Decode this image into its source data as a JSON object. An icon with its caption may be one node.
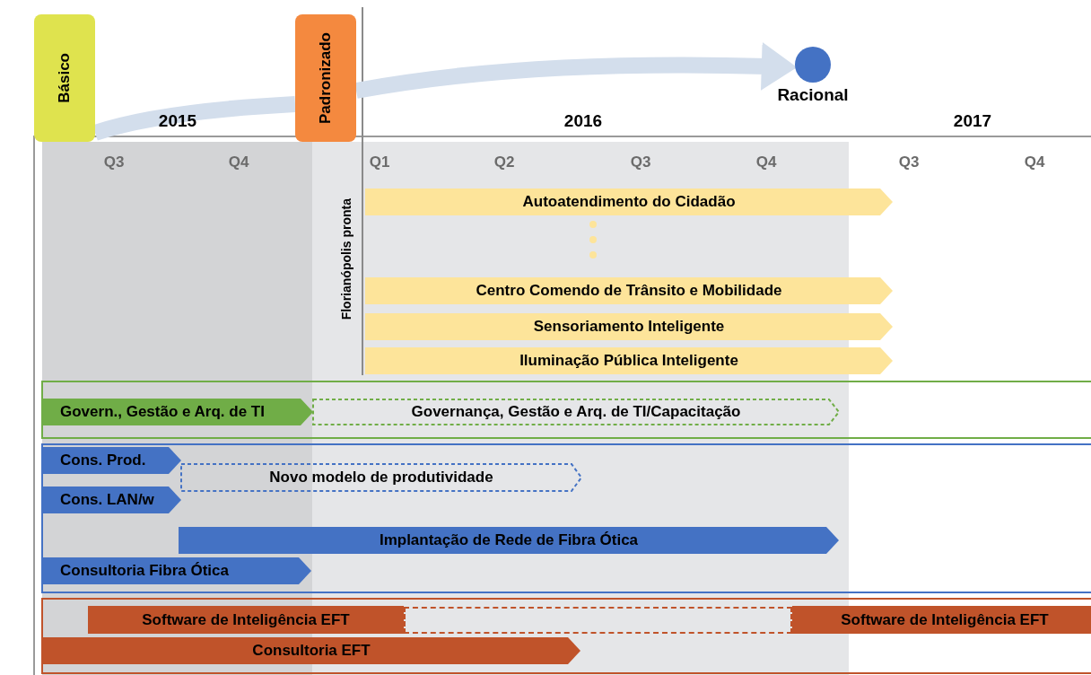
{
  "diagram": {
    "nodes": [
      {
        "text": [
          "Básico"
        ]
      },
      {
        "text": [
          "Padronizado"
        ]
      },
      {
        "text": [
          "Racional"
        ]
      },
      {
        "text": [
          "Autoatendimento do Cidadão"
        ]
      },
      {
        "text": [
          "Centro Comendo de Trânsito e Mobilidade"
        ]
      },
      {
        "text": [
          "Sensoriamento Inteligente"
        ]
      },
      {
        "text": [
          "Iluminação Pública Inteligente"
        ]
      },
      {
        "text": [],
        "shape": "box"
      },
      {
        "text": [
          "Govern., Gestão e Arq. de TI"
        ],
        "in": 7
      },
      {
        "text": [
          "Governança, Gestão e Arq. de TI/Capacitação"
        ],
        "in": 7
      },
      {
        "text": [],
        "shape": "box"
      },
      {
        "text": [
          "Cons. Prod."
        ],
        "in": 10
      },
      {
        "text": [
          "Novo modelo de produtividade"
        ],
        "in": 10
      },
      {
        "text": [
          "Cons. LAN/w"
        ],
        "in": 10
      },
      {
        "text": [
          "Implantação de Rede de Fibra Ótica"
        ],
        "in": 10
      },
      {
        "text": [
          "Consultoria Fibra Ótica"
        ],
        "in": 10
      },
      {
        "text": [],
        "shape": "box"
      },
      {
        "text": [],
        "shape": "box",
        "in": 16
      },
      {
        "text": [
          "Software de Inteligência EFT"
        ],
        "in": 16
      },
      {
        "text": [
          "Software de Inteligência EFT"
        ],
        "in": 16
      },
      {
        "text": [
          "Consultoria EFT"
        ],
        "in": 16
      }
    ],
    "edges": [
      {
        "from": 0,
        "to": 1,
        "arrow": "none",
        "color": "#d3deec"
      },
      {
        "from": 1,
        "to": 2,
        "arrow": "to",
        "color": "#d3deec"
      },
      {
        "from": 3,
        "to": 4,
        "arrow": "none",
        "style": "dashed",
        "color": "#fde49a"
      }
    ],
    "labels": [
      "2015",
      "2016",
      "2017",
      "Q3",
      "Q4",
      "Q1",
      "Q2",
      "Q3",
      "Q4",
      "Q3",
      "Q4",
      "Florianópolis pronta"
    ]
  }
}
